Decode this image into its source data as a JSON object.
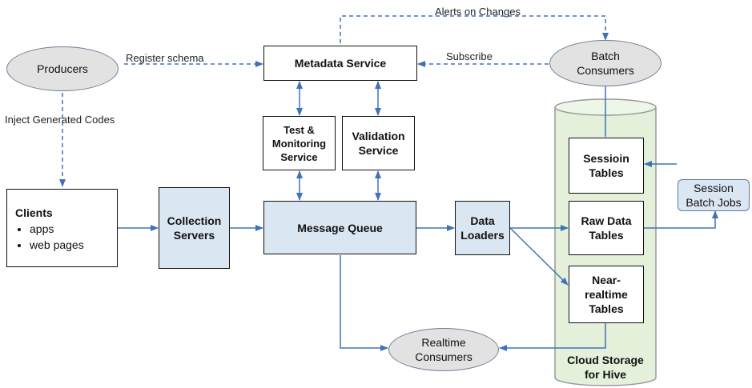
{
  "nodes": {
    "producers": "Producers",
    "metadata_service": "Metadata Service",
    "batch_consumers": "Batch\nConsumers",
    "test_monitoring": "Test &\nMonitoring\nService",
    "validation_service": "Validation\nService",
    "clients_title": "Clients",
    "clients_items": [
      "apps",
      "web pages"
    ],
    "collection_servers": "Collection\nServers",
    "message_queue": "Message Queue",
    "data_loaders": "Data\nLoaders",
    "session_tables": "Sessioin\nTables",
    "raw_data_tables": "Raw Data\nTables",
    "near_realtime_tables": "Near-\nrealtime\nTables",
    "session_batch_jobs": "Session\nBatch Jobs",
    "realtime_consumers": "Realtime\nConsumers",
    "cloud_storage": "Cloud Storage\nfor Hive"
  },
  "edge_labels": {
    "alerts": "Alerts on Changes",
    "register": "Register  schema",
    "subscribe": "Subscribe",
    "inject": "Inject Generated Codes"
  },
  "colors": {
    "light_blue_fill": "#dbe6f3",
    "oval_fill": "#e2e2e2",
    "cylinder_fill": "#e4f0d9",
    "arrow_blue": "#3f73b8"
  }
}
